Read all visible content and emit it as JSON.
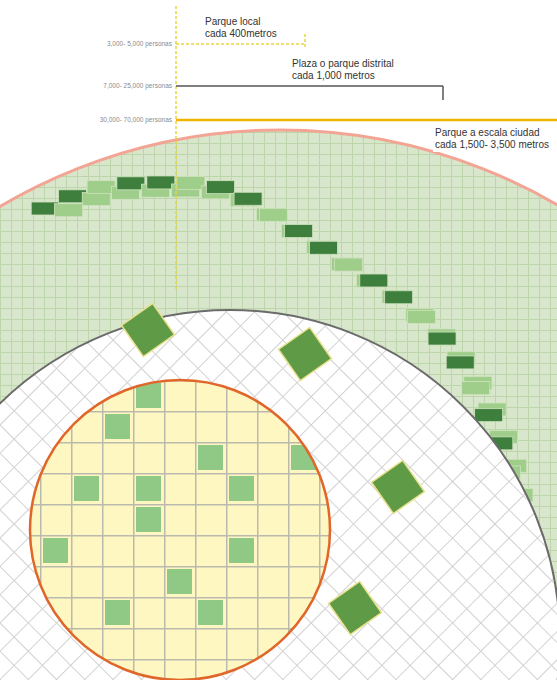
{
  "diagram": {
    "labels": [
      "3,000- 5,000 personas",
      "Parque local cada 400metros",
      "7,000- 25,000 personas",
      "Plaza o parque distrital cada 1,000 metros",
      "30,000- 70,000 personas",
      "Parque a escala ciudad cada 1,500- 3,500 metros"
    ]
  }
}
